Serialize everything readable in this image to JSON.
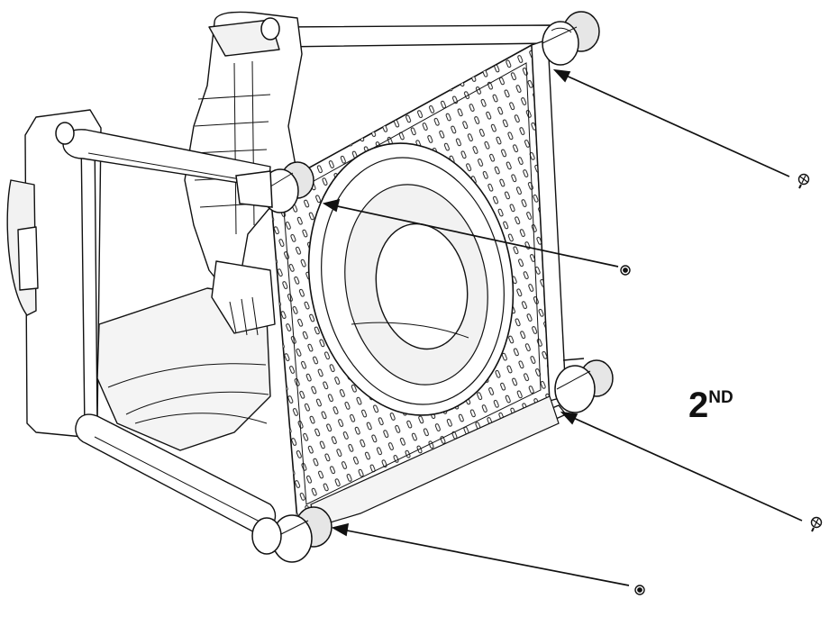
{
  "step_label": {
    "number": "2",
    "suffix": "ND"
  },
  "colors": {
    "line": "#111111",
    "fill": "#ffffff",
    "shade": "#e6e6e6",
    "dark_shade": "#bdbdbd"
  },
  "parts": {
    "frame": "frame-assembly",
    "panel": "perforated-panel",
    "caps": [
      "end-cap-top-right",
      "end-cap-top-left",
      "end-cap-bottom-right",
      "end-cap-bottom-left"
    ],
    "screws": [
      "screw-top-right",
      "screw-center",
      "screw-bottom-right",
      "screw-bottom"
    ]
  }
}
